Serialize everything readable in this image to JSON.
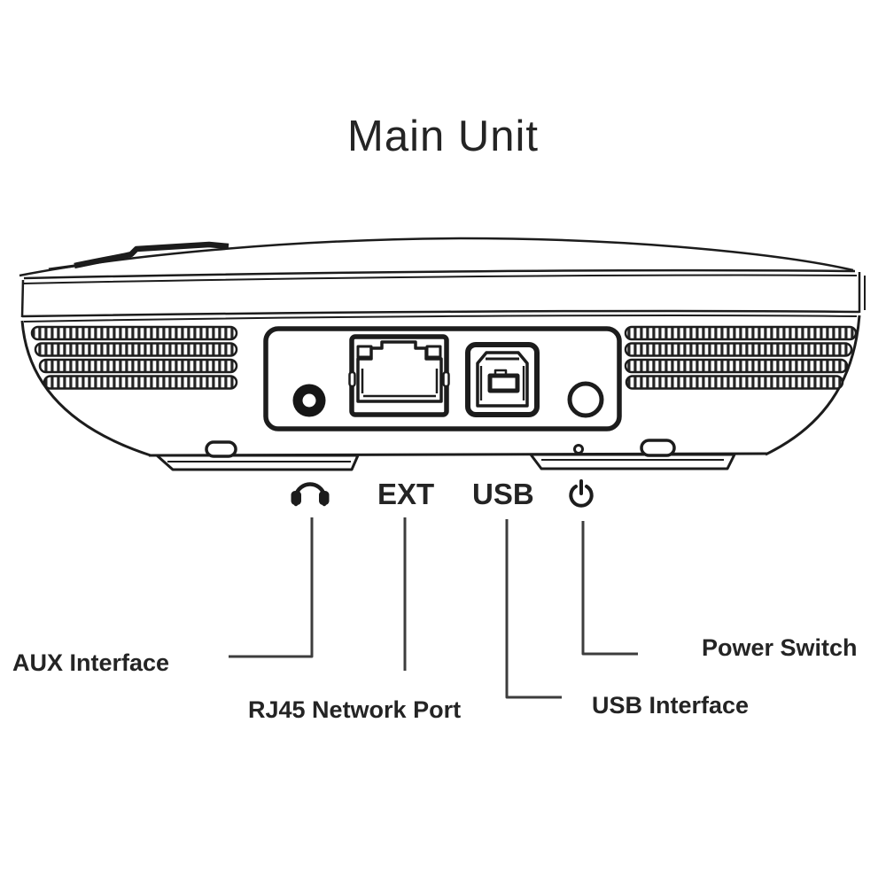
{
  "title": "Main Unit",
  "device": {
    "view": "rear-panel-line-drawing",
    "panel_labels": {
      "ext": "EXT",
      "usb": "USB"
    },
    "icons": {
      "aux": "headphones-icon",
      "power": "power-icon"
    }
  },
  "callouts": {
    "aux": "AUX Interface",
    "rj45": "RJ45 Network Port",
    "usb": "USB Interface",
    "power": "Power Switch"
  },
  "colors": {
    "background": "#ffffff",
    "line": "#1c1c1c",
    "leader_line": "#3d3d3d",
    "text": "#242424"
  }
}
